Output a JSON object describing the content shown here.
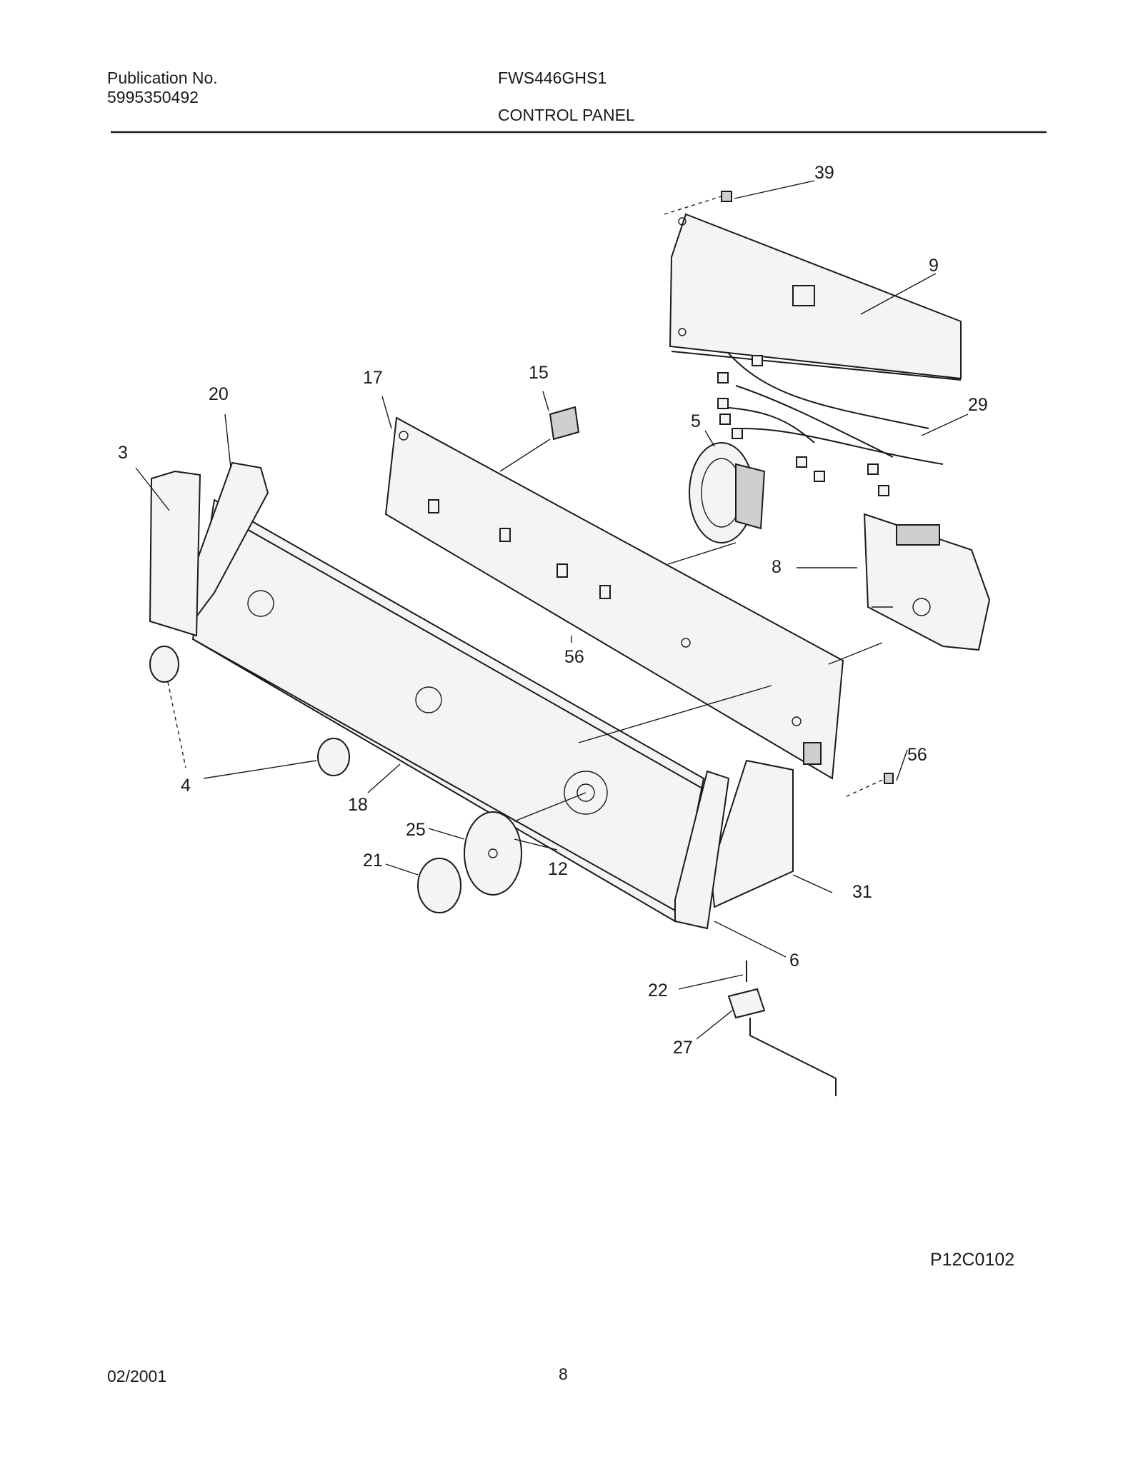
{
  "header": {
    "publication_label": "Publication No.",
    "publication_number": "5995350492",
    "model": "FWS446GHS1",
    "section_title": "CONTROL PANEL"
  },
  "diagram_code": "P12C0102",
  "footer": {
    "date": "02/2001",
    "page_number": "8"
  },
  "callouts": [
    {
      "id": "39",
      "label": "39"
    },
    {
      "id": "9",
      "label": "9"
    },
    {
      "id": "29",
      "label": "29"
    },
    {
      "id": "15",
      "label": "15"
    },
    {
      "id": "17",
      "label": "17"
    },
    {
      "id": "20",
      "label": "20"
    },
    {
      "id": "3",
      "label": "3"
    },
    {
      "id": "5",
      "label": "5"
    },
    {
      "id": "8",
      "label": "8"
    },
    {
      "id": "56a",
      "label": "56"
    },
    {
      "id": "56b",
      "label": "56"
    },
    {
      "id": "4",
      "label": "4"
    },
    {
      "id": "18",
      "label": "18"
    },
    {
      "id": "25",
      "label": "25"
    },
    {
      "id": "21",
      "label": "21"
    },
    {
      "id": "12",
      "label": "12"
    },
    {
      "id": "31",
      "label": "31"
    },
    {
      "id": "6",
      "label": "6"
    },
    {
      "id": "22",
      "label": "22"
    },
    {
      "id": "27",
      "label": "27"
    }
  ]
}
